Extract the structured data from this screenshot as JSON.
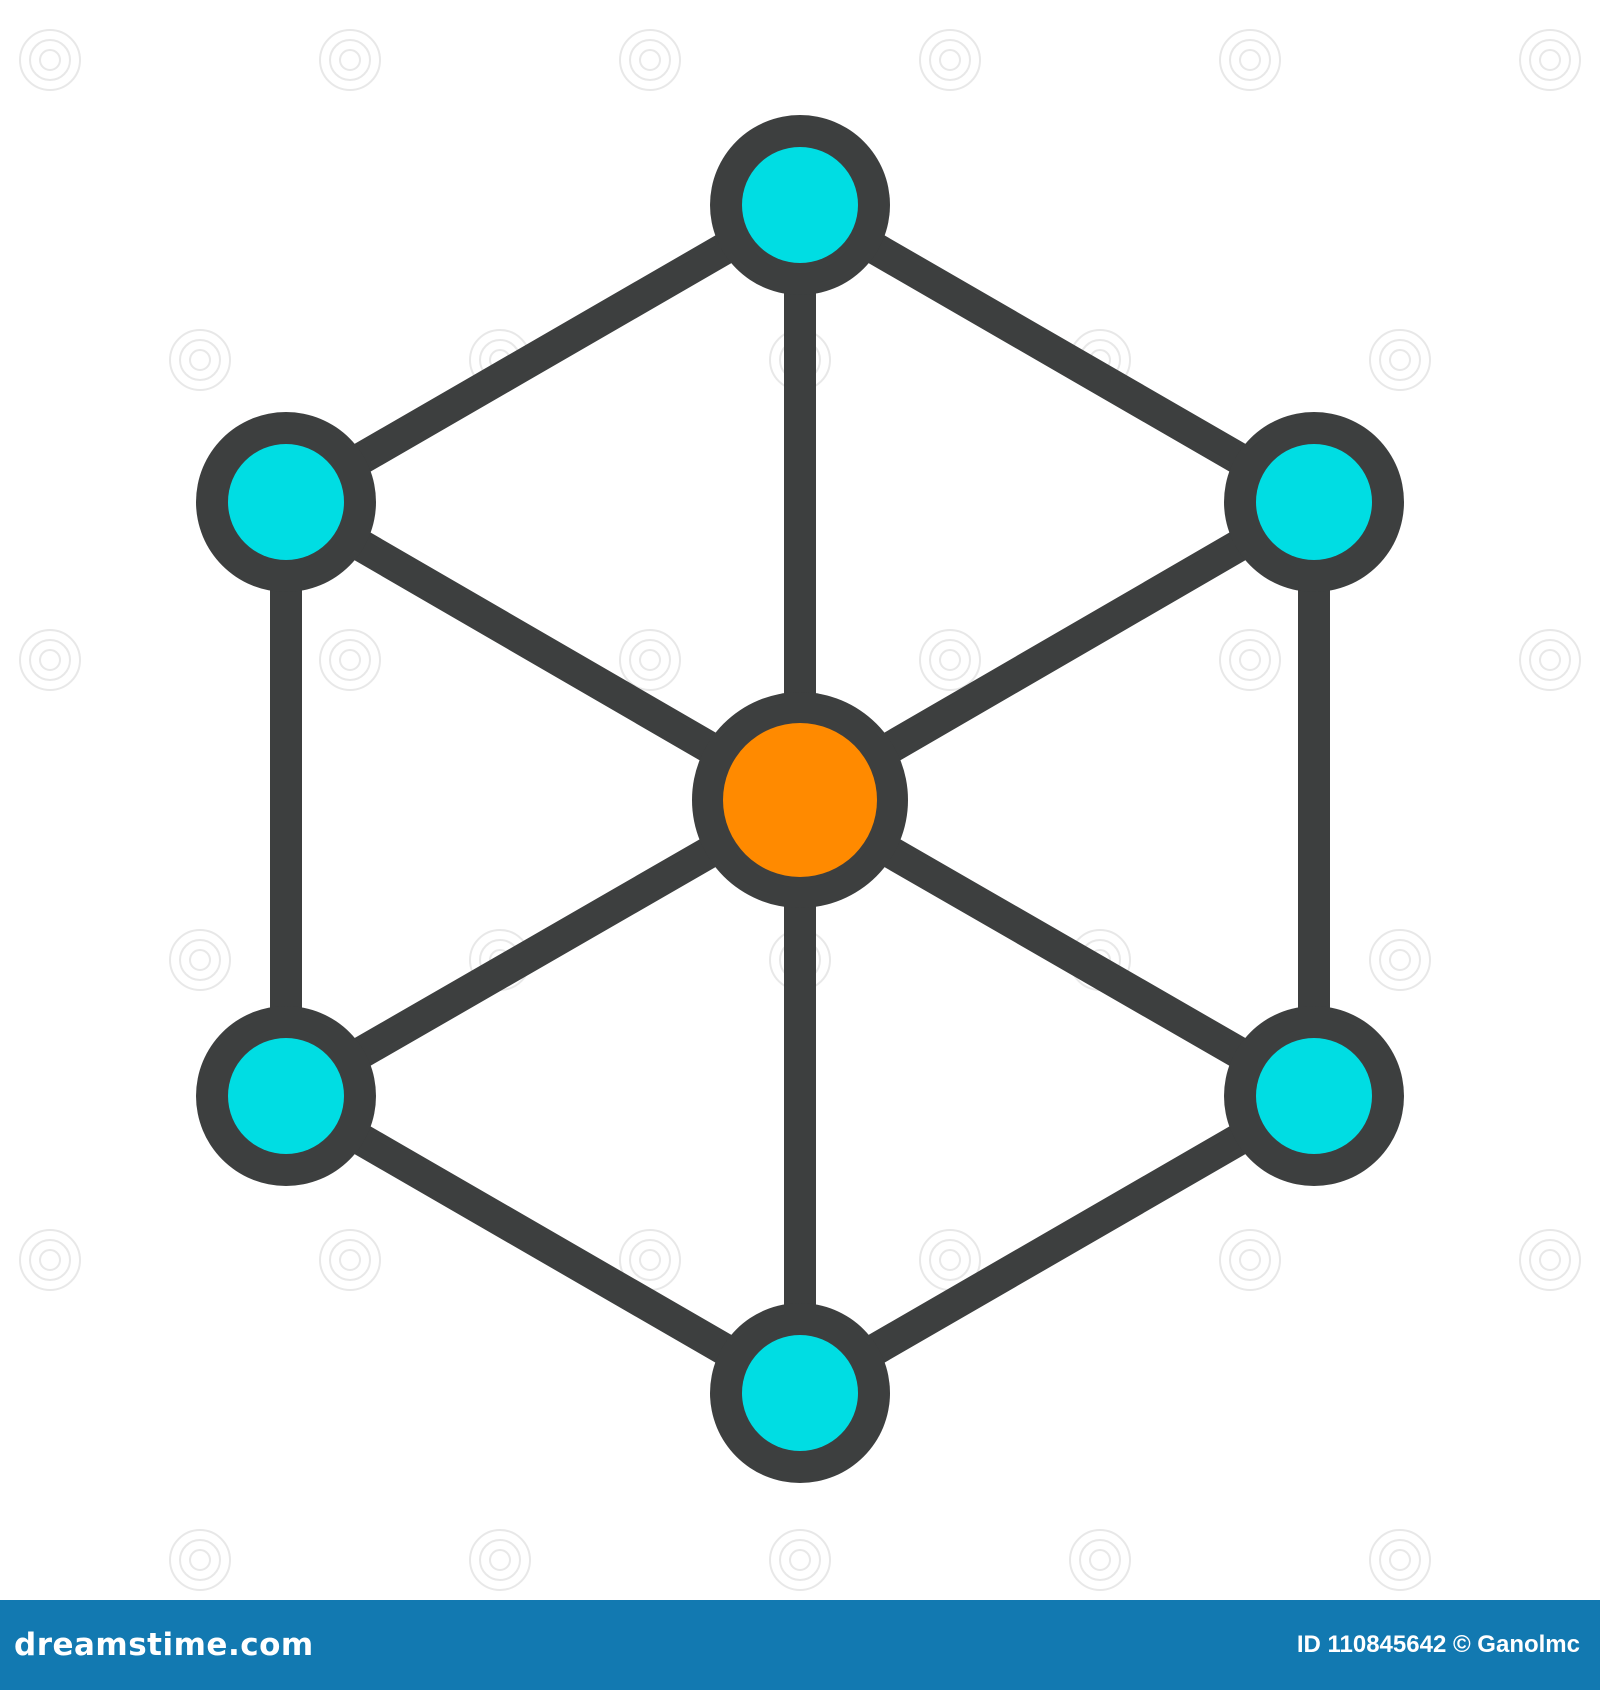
{
  "colors": {
    "background": "#ffffff",
    "stroke": "#3d3f3f",
    "outer_node_fill": "#00dde3",
    "center_node_fill": "#ff8a00",
    "footer_bar": "#1279b1",
    "footer_text": "#ffffff",
    "watermark": "#e8e8e8"
  },
  "icon": {
    "name": "network-cube-icon",
    "outer_node_count": 6,
    "center_node_count": 1
  },
  "footer": {
    "logo_text": "dreamstime.com",
    "credit_text": "ID 110845642 © Ganolmc"
  }
}
